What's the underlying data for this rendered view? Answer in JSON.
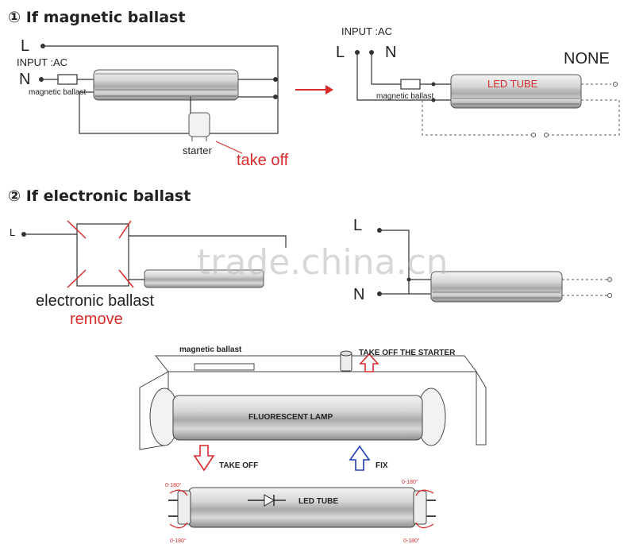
{
  "section1": {
    "title": "① If magnetic ballast"
  },
  "left1": {
    "l_label": "L",
    "input_label": "INPUT :AC",
    "n_label": "N",
    "ballast_label": "magnetic ballast",
    "starter_label": "starter",
    "take_off_label": "take off"
  },
  "right1": {
    "input_label": "INPUT :AC",
    "l_label": "L",
    "n_label": "N",
    "ballast_label": "magnetic ballast",
    "led_tube_label": "LED TUBE",
    "none_label": "NONE"
  },
  "section2": {
    "title": "② If electronic ballast"
  },
  "left2": {
    "l_label": "L",
    "ballast_label": "electronic ballast",
    "remove_label": "remove"
  },
  "right2": {
    "l_label": "L",
    "n_label": "N"
  },
  "bottom": {
    "ballast_label": "magnetic ballast",
    "take_off_starter_label": "TAKE OFF THE STARTER",
    "lamp_label": "FLUORESCENT LAMP",
    "take_off_label": "TAKE OFF",
    "fix_label": "FIX",
    "led_tube_label": "LED TUBE",
    "rotation_label": "0-180°"
  },
  "watermark": "trade.china.cn",
  "colors": {
    "accent_red": "#d92b2b",
    "fix_blue": "#1f3fb5"
  }
}
